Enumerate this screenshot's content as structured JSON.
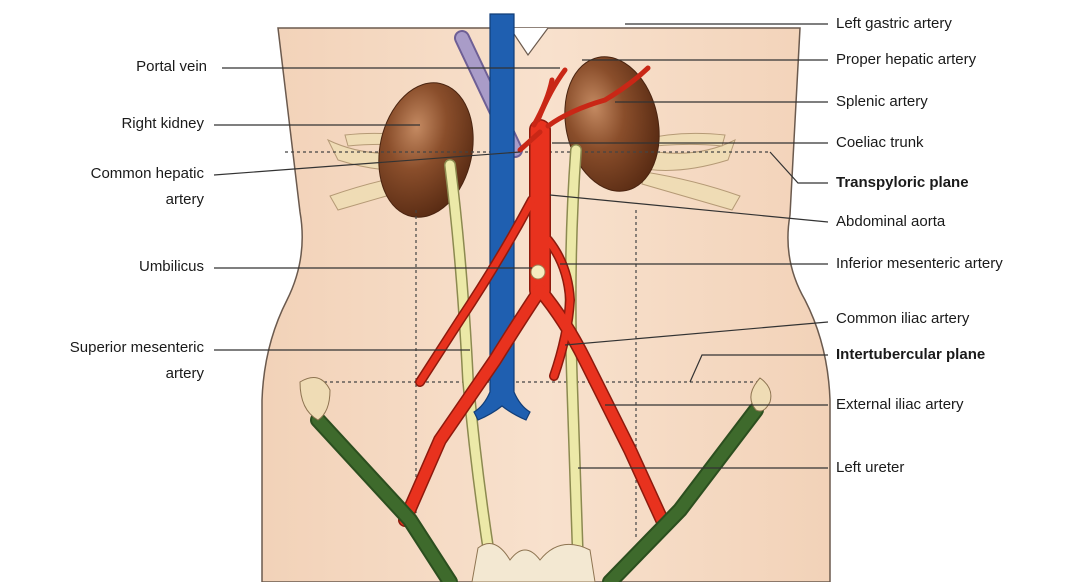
{
  "labels_left": [
    {
      "id": "portal-vein",
      "text": "Portal vein"
    },
    {
      "id": "right-kidney",
      "text": "Right kidney"
    },
    {
      "id": "common-hepatic-artery-1",
      "text": "Common hepatic"
    },
    {
      "id": "common-hepatic-artery-2",
      "text": "artery"
    },
    {
      "id": "umbilicus",
      "text": "Umbilicus"
    },
    {
      "id": "superior-mesenteric-artery-1",
      "text": "Superior mesenteric"
    },
    {
      "id": "superior-mesenteric-artery-2",
      "text": "artery"
    }
  ],
  "labels_right": [
    {
      "id": "left-gastric-artery",
      "text": "Left gastric artery"
    },
    {
      "id": "proper-hepatic-artery",
      "text": "Proper hepatic artery"
    },
    {
      "id": "splenic-artery",
      "text": "Splenic artery"
    },
    {
      "id": "coeliac-trunk",
      "text": "Coeliac trunk"
    },
    {
      "id": "transpyloric-plane",
      "text": "Transpyloric plane"
    },
    {
      "id": "abdominal-aorta",
      "text": "Abdominal aorta"
    },
    {
      "id": "inferior-mesenteric-artery",
      "text": "Inferior mesenteric artery"
    },
    {
      "id": "common-iliac-artery",
      "text": "Common iliac artery"
    },
    {
      "id": "intertubercular-plane",
      "text": "Intertubercular plane"
    },
    {
      "id": "external-iliac-artery",
      "text": "External iliac artery"
    },
    {
      "id": "left-ureter",
      "text": "Left ureter"
    }
  ],
  "colors": {
    "skin": "#f6dcc6",
    "skin_outline": "#6b5a4e",
    "vena_cava": "#1f5fb0",
    "portal_vein": "#a99cc8",
    "artery": "#e8321e",
    "kidney": "#7a4426",
    "ureter": "#ece9a8",
    "rib": "#efdcb5",
    "iliac_crest": "#3e6a2c",
    "leader_line": "#333333"
  }
}
